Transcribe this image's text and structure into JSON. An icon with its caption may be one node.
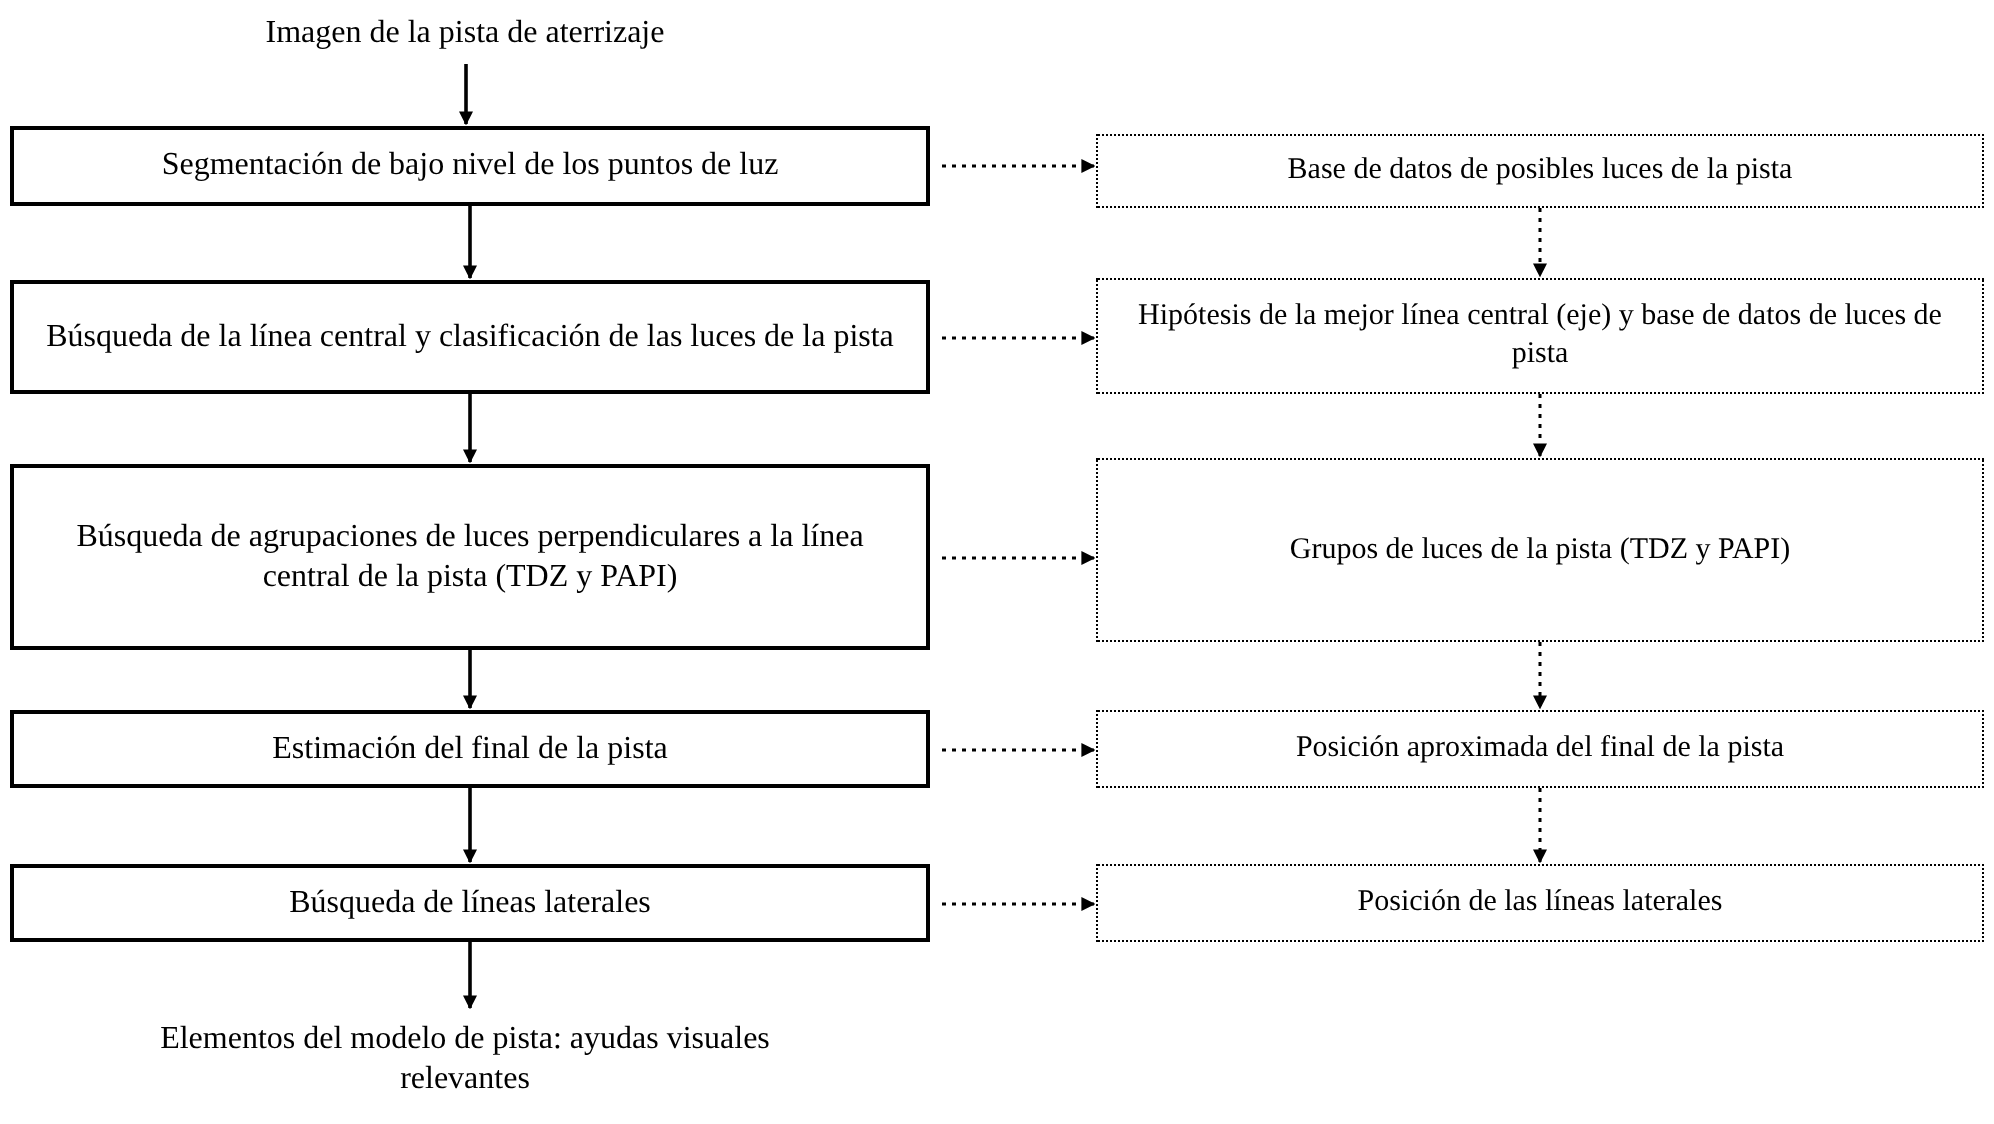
{
  "diagram": {
    "nodes": [
      {
        "text": [
          "Imagen de la pista de aterrizaje"
        ]
      },
      {
        "text": [
          "Segmentación de bajo nivel de los puntos de luz"
        ]
      },
      {
        "text": [
          "Búsqueda de la línea central y clasificación de las luces de la pista"
        ]
      },
      {
        "text": [
          "Búsqueda de agrupaciones de luces perpendiculares a la línea central de la pista (TDZ y PAPI)"
        ]
      },
      {
        "text": [
          "Estimación del final de la pista"
        ]
      },
      {
        "text": [
          "Búsqueda de líneas laterales"
        ]
      },
      {
        "text": [
          "Elementos del modelo de pista: ayudas visuales relevantes"
        ]
      },
      {
        "text": [
          "Base de datos de posibles luces de la pista"
        ]
      },
      {
        "text": [
          "Hipótesis de la mejor línea central (eje) y base de datos de luces de pista"
        ]
      },
      {
        "text": [
          "Grupos de luces de la pista (TDZ y PAPI)"
        ]
      },
      {
        "text": [
          "Posición aproximada del final de la pista"
        ]
      },
      {
        "text": [
          "Posición de las líneas laterales"
        ]
      }
    ],
    "edges": [
      {
        "from": 0,
        "to": 1,
        "arrow": "to"
      },
      {
        "from": 1,
        "to": 2,
        "arrow": "to"
      },
      {
        "from": 2,
        "to": 3,
        "arrow": "to"
      },
      {
        "from": 3,
        "to": 4,
        "arrow": "to"
      },
      {
        "from": 4,
        "to": 5,
        "arrow": "to"
      },
      {
        "from": 5,
        "to": 6,
        "arrow": "to"
      },
      {
        "from": 1,
        "to": 7,
        "arrow": "to",
        "style": "dashed"
      },
      {
        "from": 2,
        "to": 8,
        "arrow": "to",
        "style": "dashed"
      },
      {
        "from": 3,
        "to": 9,
        "arrow": "to",
        "style": "dashed"
      },
      {
        "from": 4,
        "to": 10,
        "arrow": "to",
        "style": "dashed"
      },
      {
        "from": 5,
        "to": 11,
        "arrow": "to",
        "style": "dashed"
      },
      {
        "from": 7,
        "to": 8,
        "arrow": "to",
        "style": "dashed"
      },
      {
        "from": 8,
        "to": 9,
        "arrow": "to",
        "style": "dashed"
      },
      {
        "from": 9,
        "to": 10,
        "arrow": "to",
        "style": "dashed"
      },
      {
        "from": 10,
        "to": 11,
        "arrow": "to",
        "style": "dashed"
      }
    ]
  }
}
